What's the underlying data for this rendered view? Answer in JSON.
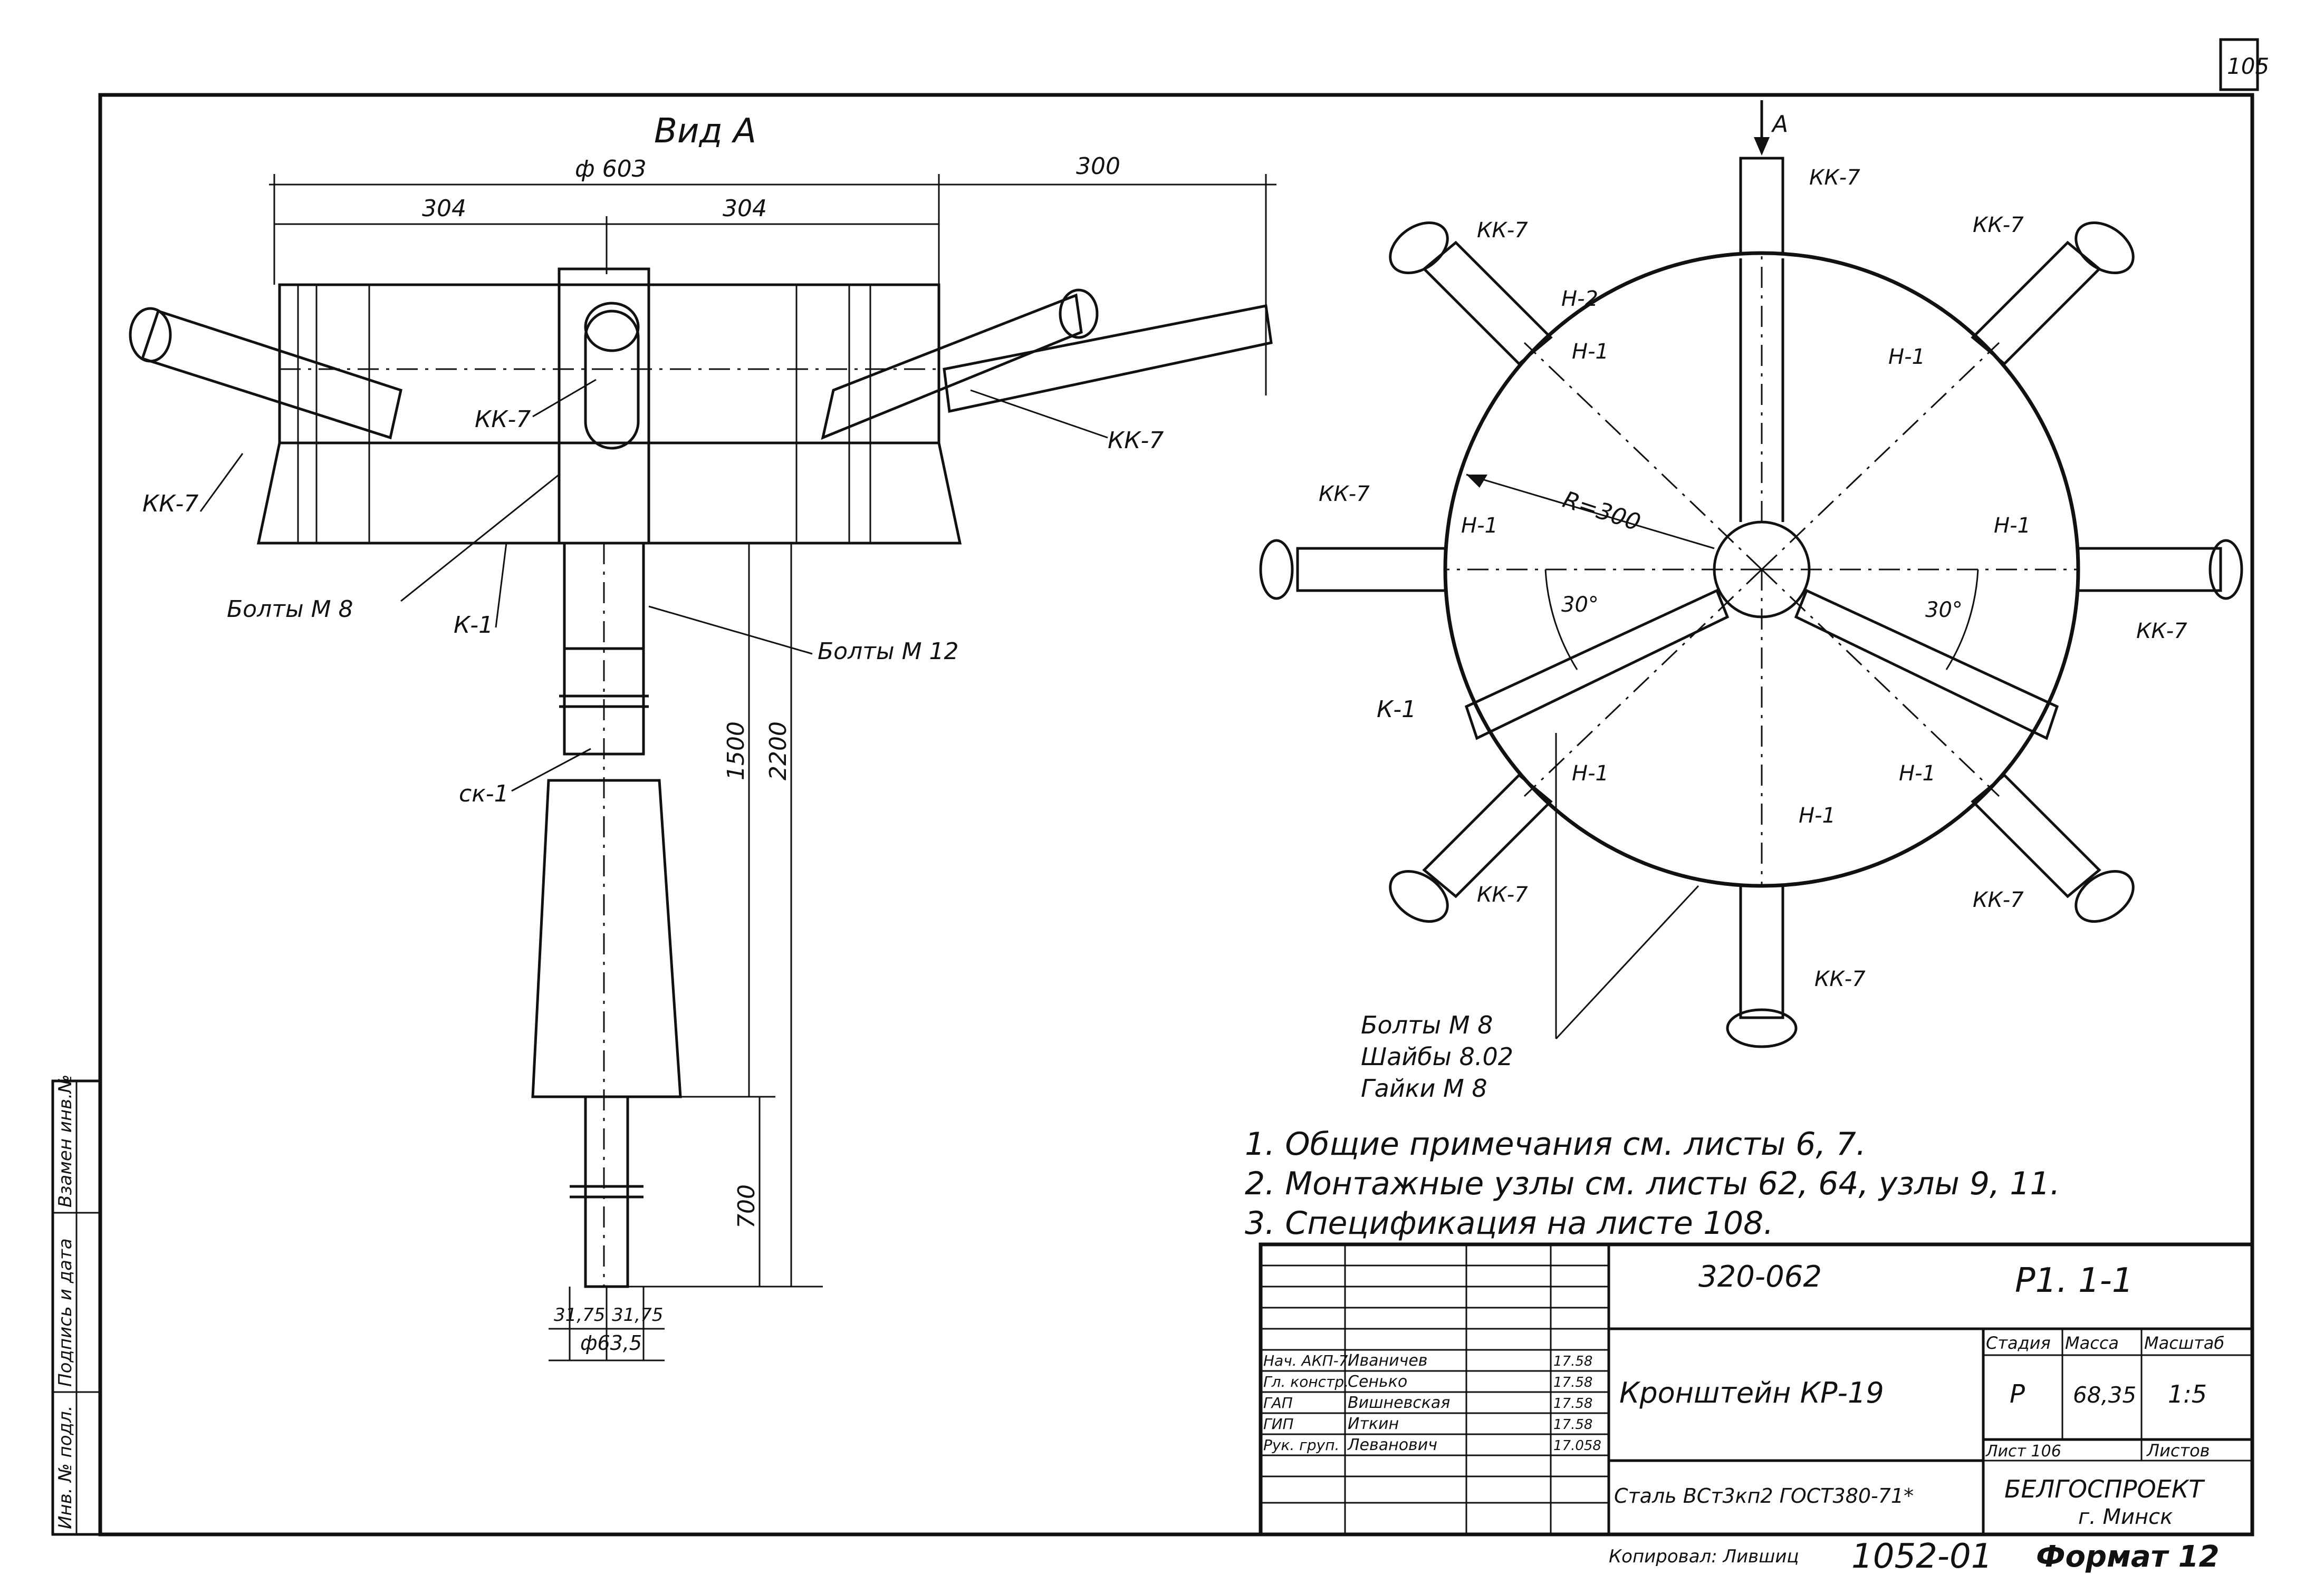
{
  "sheet_number": "105",
  "view_title": "Вид А",
  "left_view": {
    "dim_overall": "ф 603",
    "dim_300": "300",
    "dim_left_304": "304",
    "dim_right_304": "304",
    "dim_1500": "1500",
    "dim_2200": "2200",
    "dim_700": "700",
    "dim_31_75_left": "31,75",
    "dim_31_75_right": "31,75",
    "dim_diameter": "ф63,5",
    "callout_kk7_center": "КК-7",
    "callout_kk7_left": "КК-7",
    "callout_kk7_right": "КК-7",
    "callout_bolts_m8": "Болты М 8",
    "callout_k1": "К-1",
    "callout_bolts_m12": "Болты М 12",
    "callout_sk1": "ск-1"
  },
  "right_view": {
    "arrow_label": "А",
    "radius_label": "R=300",
    "angle_left": "30°",
    "angle_right": "30°",
    "kk7_labels": [
      "КК-7",
      "КК-7",
      "КК-7",
      "КК-7",
      "КК-7",
      "КК-7",
      "КК-7",
      "КК-7"
    ],
    "h1_labels": [
      "Н-1",
      "Н-1",
      "Н-1",
      "Н-1",
      "Н-1",
      "Н-1",
      "Н-1"
    ],
    "h2_label": "Н-2",
    "k1_label": "К-1",
    "fasteners": [
      "Болты М 8",
      "Шайбы 8.02",
      "Гайки М 8"
    ]
  },
  "notes": [
    "1. Общие примечания см. листы 6, 7.",
    "2. Монтажные узлы см. листы 62, 64, узлы 9, 11.",
    "3. Спецификация на листе 108."
  ],
  "side_stamp": [
    "Инв. № подл.",
    "Подпись и дата",
    "Взамен инв.№"
  ],
  "title_block": {
    "doc_code": "320-062",
    "sheet_code": "Р1. 1-1",
    "title": "Кронштейн КР-19",
    "material": "Сталь ВСт3кп2 ГОСТ380-71*",
    "headers": [
      "Стадия",
      "Масса",
      "Масштаб"
    ],
    "stage": "Р",
    "mass": "68,35",
    "scale": "1:5",
    "sheet_label": "Лист 106",
    "sheets_label": "Листов",
    "organization": "БЕЛГОСПРОЕКТ",
    "city": "г. Минск",
    "signatures": [
      {
        "role": "Нач. АКП-7",
        "name": "Иваничев",
        "date": "17.58"
      },
      {
        "role": "Гл. констр.",
        "name": "Сенько",
        "date": "17.58"
      },
      {
        "role": "ГАП",
        "name": "Вишневская",
        "date": "17.58"
      },
      {
        "role": "ГИП",
        "name": "Иткин",
        "date": "17.58"
      },
      {
        "role": "Рук. груп.",
        "name": "Леванович",
        "date": "17.058"
      }
    ]
  },
  "footer": {
    "copied_by": "Копировал: Лившиц",
    "number": "1052-01",
    "format": "Формат 12"
  }
}
